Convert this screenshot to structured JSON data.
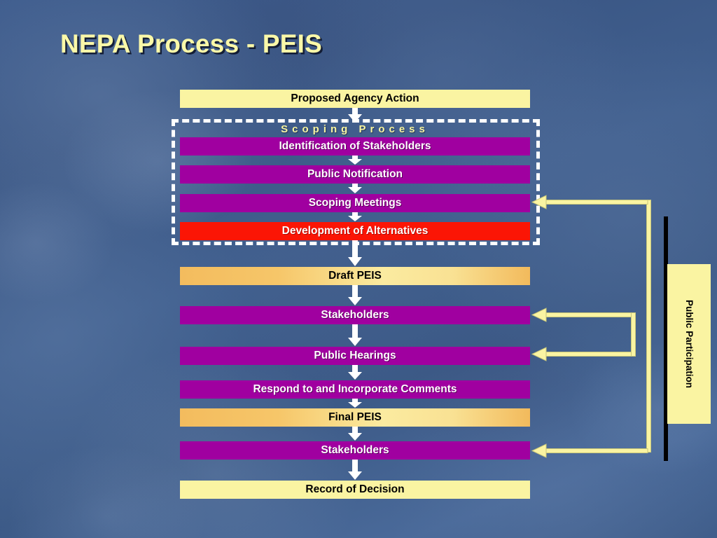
{
  "slide": {
    "title": "NEPA Process - PEIS",
    "background_color": "#3f5d8a",
    "title_color": "#FAF8A8"
  },
  "colors": {
    "pale_yellow": "#FAF4A2",
    "purple": "#A000A0",
    "red": "#FB1505",
    "amber_gradient_start": "#F3BC5E",
    "amber_gradient_end": "#FBEBA0",
    "connector_line": "#FAF4A2",
    "arrow_white": "#FFFFFF",
    "bar_black": "#000000"
  },
  "flow": {
    "steps": [
      {
        "id": "proposed-agency-action",
        "label": "Proposed Agency Action",
        "style": "pale"
      },
      {
        "id": "identification-of-stakeholders",
        "label": "Identification of Stakeholders",
        "style": "purple"
      },
      {
        "id": "public-notification",
        "label": "Public Notification",
        "style": "purple"
      },
      {
        "id": "scoping-meetings",
        "label": "Scoping Meetings",
        "style": "purple"
      },
      {
        "id": "development-of-alternatives",
        "label": "Development of Alternatives",
        "style": "red"
      },
      {
        "id": "draft-peis",
        "label": "Draft PEIS",
        "style": "amber"
      },
      {
        "id": "stakeholders-1",
        "label": "Stakeholders",
        "style": "purple"
      },
      {
        "id": "public-hearings",
        "label": "Public Hearings",
        "style": "purple"
      },
      {
        "id": "respond-to-and-incorporate-comments",
        "label": "Respond to and Incorporate Comments",
        "style": "purple"
      },
      {
        "id": "final-peis",
        "label": "Final PEIS",
        "style": "amber"
      },
      {
        "id": "stakeholders-2",
        "label": "Stakeholders",
        "style": "purple"
      },
      {
        "id": "record-of-decision",
        "label": "Record of Decision",
        "style": "pale"
      }
    ]
  },
  "scoping_group": {
    "label": "S c o p i n g   P r o c e s s",
    "plain_label": "Scoping Process",
    "border_style": "dashed-white"
  },
  "public_participation": {
    "label_line1": "Public",
    "label_line2": "Participation",
    "label": "Public Participation",
    "orientation": "vertical"
  },
  "feedback_arrows": {
    "targets": [
      "Scoping Meetings",
      "Stakeholders",
      "Public Hearings",
      "Stakeholders"
    ],
    "direction": "right-to-left"
  }
}
